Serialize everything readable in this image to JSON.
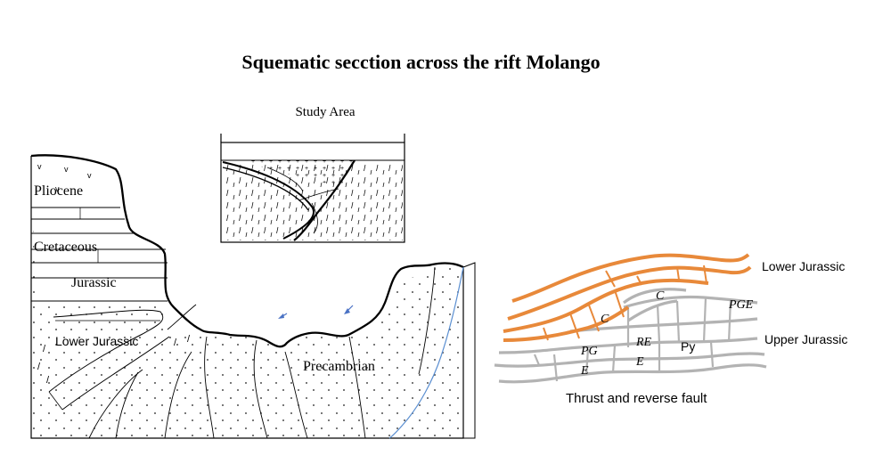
{
  "title": "Squematic secction across the rift Molango",
  "study_area": {
    "label": "Study Area"
  },
  "section": {
    "labels": {
      "pliocene": "Pliocene",
      "cretaceous": "Cretaceous",
      "jurassic": "Jurassic",
      "lower_jurassic": "Lower Jurassic",
      "precambrian": "Precambrian"
    }
  },
  "structure": {
    "labels": {
      "lower_jurassic": "Lower Jurassic",
      "upper_jurassic": "Upper Jurassic",
      "fault": "Thrust and reverse fault",
      "c1": "C",
      "c2": "C",
      "pge": "PGE",
      "re": "RE",
      "py": "Py",
      "pg": "PG",
      "e1": "E",
      "e2": "E"
    },
    "colors": {
      "orange": "#e8893a",
      "gray": "#b3b3b3",
      "arrow": "#4a72c4",
      "river": "#5b8fd1"
    }
  }
}
